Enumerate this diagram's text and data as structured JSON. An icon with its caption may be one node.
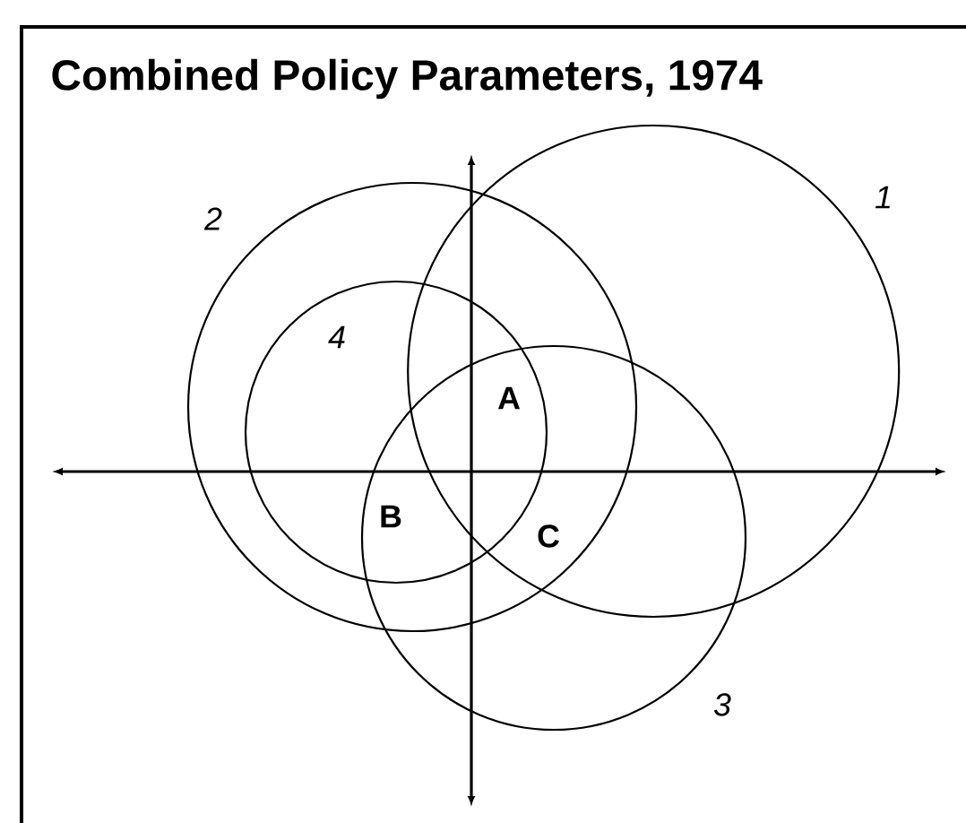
{
  "diagram": {
    "title": "Combined Policy Parameters, 1974",
    "nodes": [
      {
        "text": [],
        "shape": "circle",
        "beside": [
          "1"
        ]
      },
      {
        "text": [],
        "shape": "circle",
        "beside": [
          "2"
        ]
      },
      {
        "text": [],
        "shape": "circle",
        "beside": [
          "3"
        ]
      },
      {
        "text": [
          "4"
        ],
        "in": 1
      }
    ],
    "labels": [
      "A",
      "B",
      "C"
    ]
  }
}
